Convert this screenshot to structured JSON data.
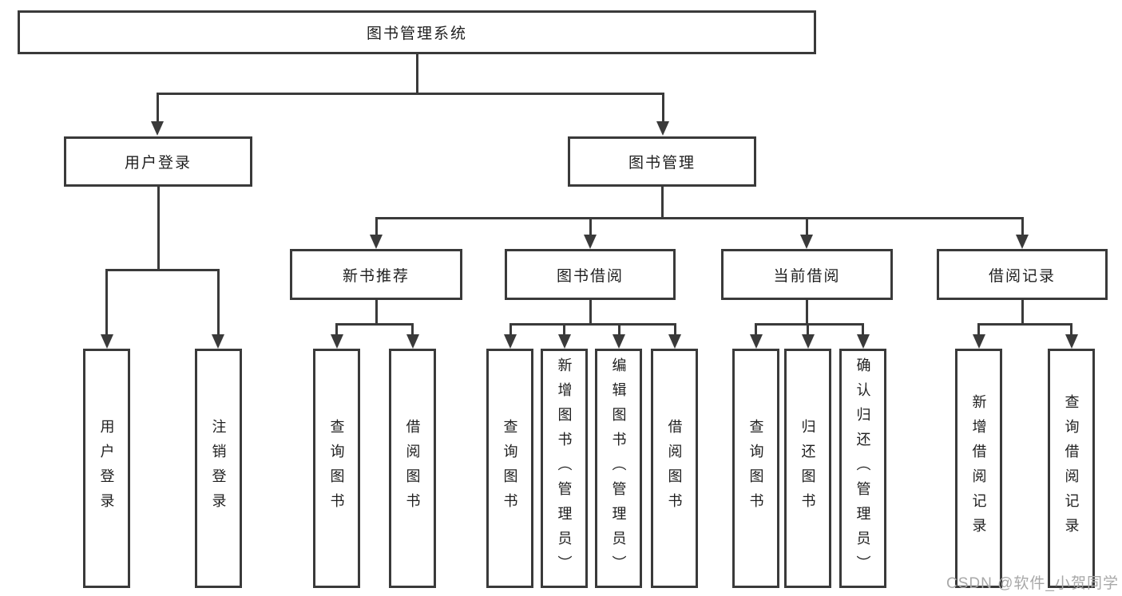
{
  "tree": {
    "root": {
      "label": "图书管理系统"
    },
    "branches": [
      {
        "label": "用户登录",
        "children": [
          {
            "label": "用户登录"
          },
          {
            "label": "注销登录"
          }
        ]
      },
      {
        "label": "图书管理",
        "sections": [
          {
            "label": "新书推荐",
            "children": [
              {
                "label": "查询图书"
              },
              {
                "label": "借阅图书"
              }
            ]
          },
          {
            "label": "图书借阅",
            "children": [
              {
                "label": "查询图书"
              },
              {
                "label": "新增图书（管理员）"
              },
              {
                "label": "编辑图书（管理员）"
              },
              {
                "label": "借阅图书"
              }
            ]
          },
          {
            "label": "当前借阅",
            "children": [
              {
                "label": "查询图书"
              },
              {
                "label": "归还图书"
              },
              {
                "label": "确认归还（管理员）"
              }
            ]
          },
          {
            "label": "借阅记录",
            "children": [
              {
                "label": "新增借阅记录"
              },
              {
                "label": "查询借阅记录"
              }
            ]
          }
        ]
      }
    ]
  },
  "watermark": {
    "text": "CSDN @软件_小贺同学",
    "color": "#a8a8a8"
  },
  "colors": {
    "line": "#3a3a3a",
    "text": "#1f1f1f",
    "background": "#ffffff"
  }
}
